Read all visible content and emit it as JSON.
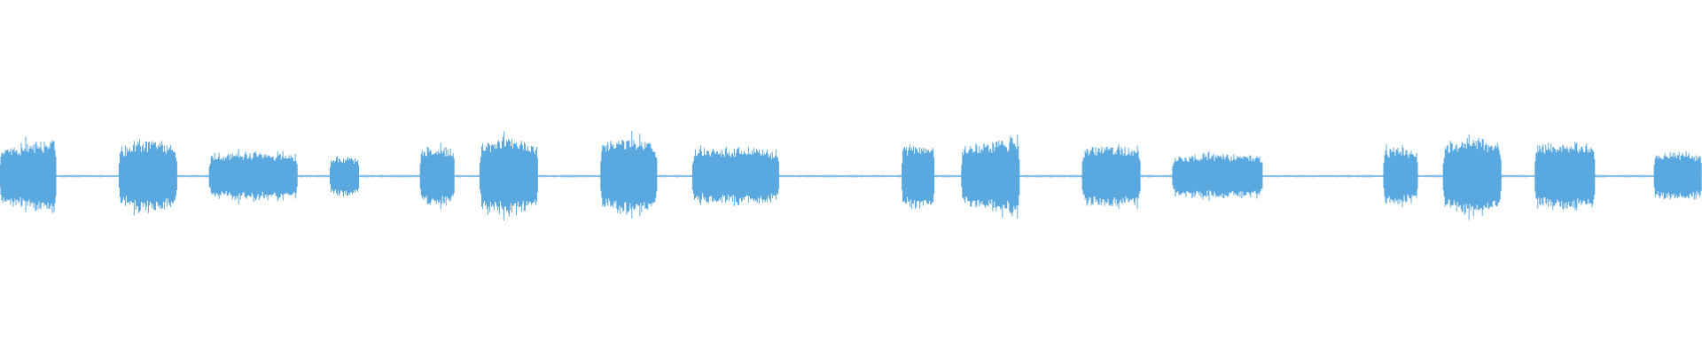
{
  "waveform": {
    "color": "#5aa8e0",
    "baseline_color": "#5aa8e0",
    "segments": [
      {
        "start": 0.0,
        "end": 0.033,
        "level": 0.85,
        "shape": "rise"
      },
      {
        "start": 0.07,
        "end": 0.104,
        "level": 0.82,
        "shape": "peak"
      },
      {
        "start": 0.123,
        "end": 0.175,
        "level": 0.55,
        "shape": "flat"
      },
      {
        "start": 0.194,
        "end": 0.211,
        "level": 0.45,
        "shape": "flat"
      },
      {
        "start": 0.247,
        "end": 0.267,
        "level": 0.68,
        "shape": "flat"
      },
      {
        "start": 0.282,
        "end": 0.316,
        "level": 0.88,
        "shape": "peak"
      },
      {
        "start": 0.353,
        "end": 0.386,
        "level": 0.88,
        "shape": "peak"
      },
      {
        "start": 0.407,
        "end": 0.458,
        "level": 0.65,
        "shape": "flat"
      },
      {
        "start": 0.53,
        "end": 0.549,
        "level": 0.75,
        "shape": "flat"
      },
      {
        "start": 0.565,
        "end": 0.599,
        "level": 0.9,
        "shape": "rise"
      },
      {
        "start": 0.636,
        "end": 0.67,
        "level": 0.7,
        "shape": "flat"
      },
      {
        "start": 0.689,
        "end": 0.742,
        "level": 0.52,
        "shape": "flat"
      },
      {
        "start": 0.813,
        "end": 0.833,
        "level": 0.65,
        "shape": "flat"
      },
      {
        "start": 0.848,
        "end": 0.882,
        "level": 0.9,
        "shape": "peak"
      },
      {
        "start": 0.902,
        "end": 0.937,
        "level": 0.78,
        "shape": "flat"
      },
      {
        "start": 0.972,
        "end": 1.0,
        "level": 0.55,
        "shape": "flat"
      }
    ]
  }
}
